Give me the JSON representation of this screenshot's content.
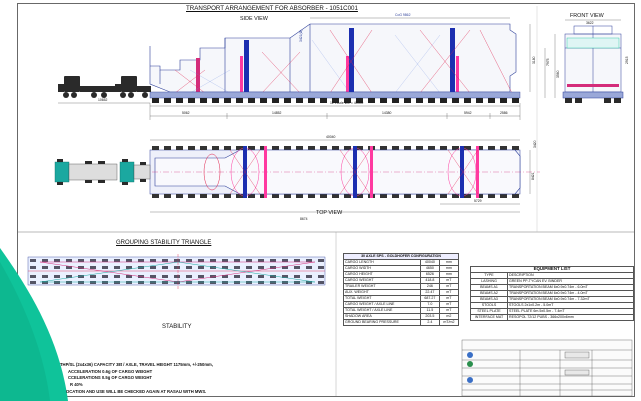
{
  "drawing": {
    "title": "TRANSPORT ARRANGEMENT FOR ABSORBER - 1051C001",
    "side_view_label": "SIDE VIEW",
    "top_view_label": "TOP VIEW",
    "front_view_label": "FRONT VIEW",
    "side_dims": {
      "cog": "CoG 9862",
      "dia": "3421(Ø)",
      "height": "3180",
      "top_len": "40006",
      "left_len": "10652",
      "axles": "12 x Axle line = 40000",
      "segments": [
        "5062",
        "14852",
        "14380",
        "5942",
        "2586"
      ]
    },
    "top_dims": {
      "top_len": "40040",
      "width_right": "8421",
      "bottom": "8674",
      "bottom2": "5729",
      "dia_mid": "3420"
    },
    "front_dims": {
      "w": "3622",
      "h1": "7975",
      "h2": "3560",
      "h3": "2915"
    },
    "colors": {
      "line": "#1f3fa6",
      "accent": "#e0204a",
      "magenta": "#ff3aa0",
      "teal": "#0fc39a",
      "truck": "#2a2a2a"
    }
  },
  "grouping": {
    "title": "GROUPING STABILITY TRIANGLE",
    "label": "STABILITY"
  },
  "config_table": {
    "title": "30 AXLE SPS - GOLDHOFER CONFIGURATION",
    "rows": [
      [
        "CARGO LENGTH",
        "40040",
        "mm"
      ],
      [
        "CARGO WIDTH",
        "4650",
        "mm"
      ],
      [
        "CARGO HEIGHT",
        "6526",
        "mm"
      ],
      [
        "CARGO WEIGHT",
        "418.8",
        "mT"
      ],
      [
        "TRAILER WEIGHT",
        "246",
        "mT"
      ],
      [
        "AUX. WEIGHT",
        "22.47",
        "mT"
      ],
      [
        "TOTAL WEIGHT",
        "687.27",
        "mT"
      ],
      [
        "CARGO WEIGHT / AXLE LINE",
        "7.0",
        "mT"
      ],
      [
        "TOTAL WEIGHT / AXLE LINE",
        "11.5",
        "mT"
      ],
      [
        "SHADOW AREA",
        "203.5",
        "m2"
      ],
      [
        "GROUND BEARING PRESSURE",
        "2.4",
        "mT/m2"
      ]
    ]
  },
  "equipment": {
    "title": "EQUIPMENT LIST",
    "headers": [
      "TYPE",
      "DESCRIPTION"
    ],
    "rows": [
      [
        "LASHING",
        "GREEN PP-TYCAN EV. BINDER"
      ],
      [
        "BEAMS A1",
        "TRANSPORTATION BEAM 6x0.9x0.74m - 6.0mT"
      ],
      [
        "BEAMS A2",
        "TRANSPORTATION BEAM 6x0.9x0.74m - 4.0mT"
      ],
      [
        "BEAMS A3",
        "TRANSPORTATION BEAM 6x0.9x0.74m - 7.32mT"
      ],
      [
        "STOOLS",
        "STOOLS 2x1x0.2m - 5.0mT"
      ],
      [
        "STEEL PLATE",
        "STEEL PLATE 6m.5x0.5m - 7.4mT"
      ],
      [
        "INTERFACE MAT",
        "RESOPOL 72/12 PUBS - 366x200x6mm"
      ]
    ]
  },
  "notes": [
    "THP/SL (2x4x36) CAPACITY 38t / AXLE, TRAVEL HEIGHT 1175mm, +/-250mm,",
    "ACCELERATION 0.6g OF CARGO WEIGHT",
    "CCELERATIONS 0.5g OF CARGO WEIGHT",
    "R 40%",
    "OCATION AND USE WILL BE CHECKED AGAIN AT RASAU WITH MWS."
  ]
}
